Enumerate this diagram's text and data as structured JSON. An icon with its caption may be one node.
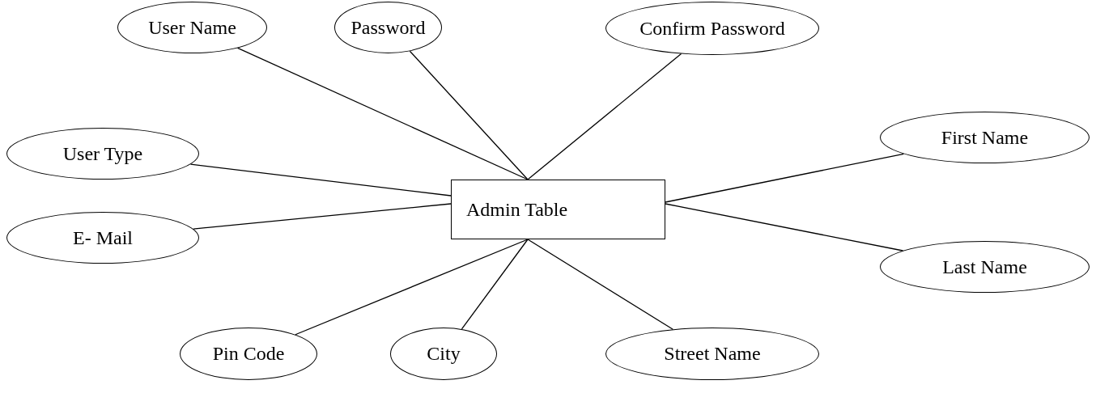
{
  "diagram": {
    "nodes": [
      {
        "text": [
          "User Name"
        ]
      },
      {
        "text": [
          "Password"
        ]
      },
      {
        "text": [
          "Confirm Password"
        ]
      },
      {
        "text": [
          "User Type"
        ]
      },
      {
        "text": [
          "First Name"
        ]
      },
      {
        "text": [
          "Admin Table"
        ]
      },
      {
        "text": [
          "E- Mail"
        ]
      },
      {
        "text": [
          "Last Name"
        ]
      },
      {
        "text": [
          "Pin Code"
        ]
      },
      {
        "text": [
          "City"
        ]
      },
      {
        "text": [
          "Street Name"
        ]
      }
    ],
    "edges": [
      {
        "from": 5,
        "to": 0,
        "arrow": "none"
      },
      {
        "from": 5,
        "to": 1,
        "arrow": "none"
      },
      {
        "from": 5,
        "to": 2,
        "arrow": "none"
      },
      {
        "from": 5,
        "to": 3,
        "arrow": "none"
      },
      {
        "from": 5,
        "to": 6,
        "arrow": "none"
      },
      {
        "from": 5,
        "to": 4,
        "arrow": "none"
      },
      {
        "from": 5,
        "to": 7,
        "arrow": "none"
      },
      {
        "from": 5,
        "to": 8,
        "arrow": "none"
      },
      {
        "from": 5,
        "to": 9,
        "arrow": "none"
      },
      {
        "from": 5,
        "to": 10,
        "arrow": "none"
      }
    ]
  }
}
